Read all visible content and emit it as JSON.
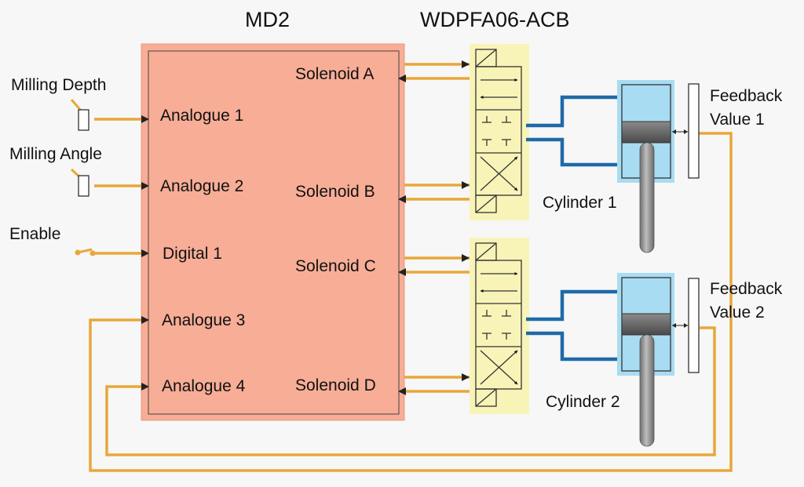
{
  "controller": {
    "title": "MD2",
    "inputs": [
      "Analogue 1",
      "Analogue 2",
      "Digital 1",
      "Analogue 3",
      "Analogue 4"
    ],
    "outputs": [
      "Solenoid A",
      "Solenoid B",
      "Solenoid C",
      "Solenoid D"
    ]
  },
  "valve": {
    "title": "WDPFA06-ACB"
  },
  "sources": [
    "Milling Depth",
    "Milling Angle",
    "Enable"
  ],
  "cylinders": [
    "Cylinder 1",
    "Cylinder 2"
  ],
  "feedback": [
    {
      "line1": "Feedback",
      "line2": "Value 1"
    },
    {
      "line1": "Feedback",
      "line2": "Value 2"
    }
  ],
  "colors": {
    "controller_fill": "#f7ad96",
    "wire": "#e8a73a",
    "valve_fill": "#f8f4b8",
    "hydraulic_line": "#1f6aa8",
    "cylinder_fill": "#a8dcf2",
    "rod": "#8a8a8a"
  }
}
